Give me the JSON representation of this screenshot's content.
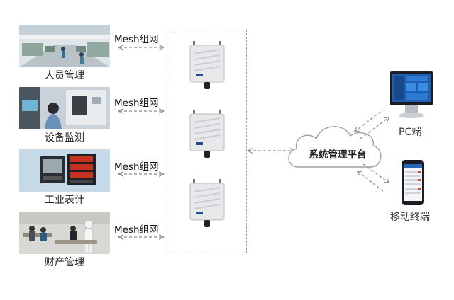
{
  "sources": [
    {
      "label": "人员管理",
      "mesh": "Mesh组网"
    },
    {
      "label": "设备监测",
      "mesh": "Mesh组网"
    },
    {
      "label": "工业表计",
      "mesh": "Mesh组网"
    },
    {
      "label": "财产管理",
      "mesh": "Mesh组网"
    }
  ],
  "platform": {
    "label": "系统管理平台"
  },
  "terminals": [
    {
      "label": "PC端"
    },
    {
      "label": "移动终端"
    }
  ],
  "colors": {
    "dash": "#9a9a9a",
    "arrow": "#8c8c8c",
    "cloud": "#a0a0a0",
    "ap_body": "#e6e8ea",
    "screen_blue": "#1f5fb0"
  }
}
